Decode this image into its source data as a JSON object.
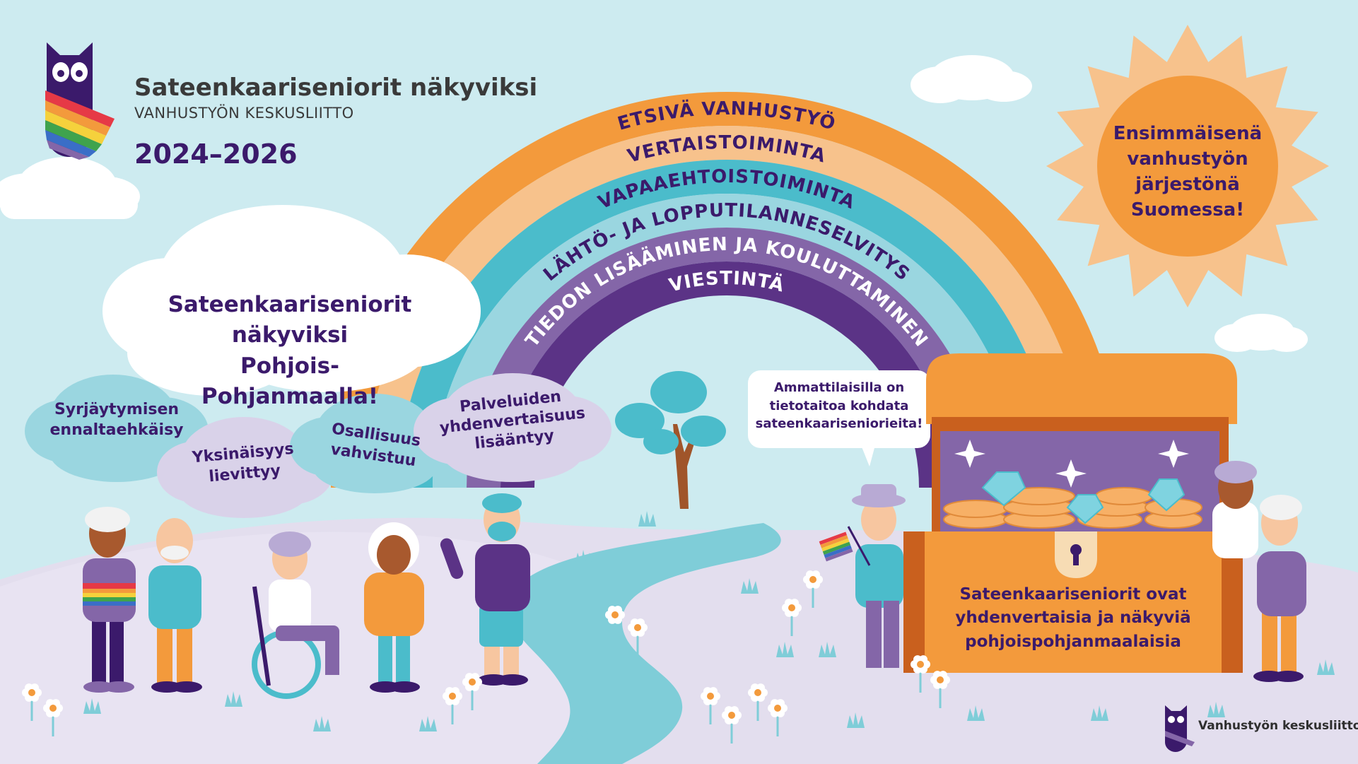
{
  "header": {
    "title": "Sateenkaariseniorit näkyviksi",
    "subtitle": "VANHUSTYÖN KESKUSLIITTO",
    "years": "2024–2026"
  },
  "rainbow": {
    "bands": [
      {
        "label": "ETSIVÄ VANHUSTYÖ",
        "color": "#f39a3c"
      },
      {
        "label": "VERTAISTOIMINTA",
        "color": "#f7c28c"
      },
      {
        "label": "VAPAAEHTOISTOIMINTA",
        "color": "#4bbccb"
      },
      {
        "label": "LÄHTÖ- JA LOPPUTILANNESELVITYS",
        "color": "#9ad6e0"
      },
      {
        "label": "TIEDON LISÄÄMINEN JA KOULUTTAMINEN",
        "color": "#8466a8"
      },
      {
        "label": "VIESTINTÄ",
        "color": "#5b3386"
      }
    ]
  },
  "sun_text": [
    "Ensimmäisenä",
    "vanhustyön",
    "järjestönä",
    "Suomessa!"
  ],
  "main_cloud": [
    "Sateenkaariseniorit",
    "näkyviksi",
    "Pohjois-Pohjanmaalla!"
  ],
  "goal_clouds": [
    {
      "lines": [
        "Syrjäytymisen",
        "ennaltaehkäisy"
      ],
      "color": "#9ad6e0"
    },
    {
      "lines": [
        "Yksinäisyys",
        "lievittyy"
      ],
      "color": "#d9d2e9"
    },
    {
      "lines": [
        "Osallisuus",
        "vahvistuu"
      ],
      "color": "#9ad6e0"
    },
    {
      "lines": [
        "Palveluiden",
        "yhdenvertaisuus",
        "lisääntyy"
      ],
      "color": "#d9d2e9"
    }
  ],
  "speech_bubble": [
    "Ammattilaisilla on",
    "tietotaitoa kohdata",
    "sateenkaariseniorieita!"
  ],
  "chest_text": [
    "Sateenkaariseniorit ovat",
    "yhdenvertaisia ja näkyviä",
    "pohjoispohjanmaalaisia"
  ],
  "footer_logo": "Vanhustyön keskusliitto",
  "colors": {
    "sky": "#cdebf0",
    "hill": "#e3deee",
    "river": "#7fcdd8",
    "dark_purple": "#3b1a6b",
    "orange": "#f39a3c",
    "sun": "#f7c28c"
  }
}
